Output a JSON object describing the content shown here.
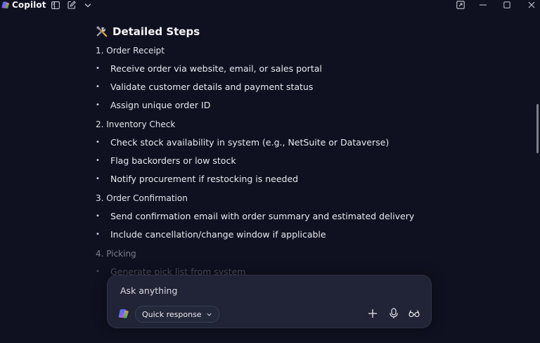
{
  "app": {
    "name": "Copilot"
  },
  "content": {
    "section_title": "Detailed Steps",
    "section_icon": "tools-emoji",
    "steps": [
      {
        "heading": "1. Order Receipt",
        "bullets": [
          "Receive order via website, email, or sales portal",
          "Validate customer details and payment status",
          "Assign unique order ID"
        ]
      },
      {
        "heading": "2. Inventory Check",
        "bullets": [
          "Check stock availability in system (e.g., NetSuite or Dataverse)",
          "Flag backorders or low stock",
          "Notify procurement if restocking is needed"
        ]
      },
      {
        "heading": "3. Order Confirmation",
        "bullets": [
          "Send confirmation email with order summary and estimated delivery",
          "Include cancellation/change window if applicable"
        ]
      },
      {
        "heading": "4. Picking",
        "bullets": [
          "Generate pick list from system"
        ]
      }
    ],
    "bullet_glyph": "•"
  },
  "composer": {
    "placeholder": "Ask anything",
    "mode_label": "Quick response"
  },
  "icons": {
    "sidebar": "sidebar-toggle-icon",
    "new_chat": "new-chat-icon",
    "more": "chevron-down-icon",
    "pop_out": "pop-out-icon",
    "minimize": "minimize-icon",
    "maximize": "maximize-icon",
    "close": "close-icon",
    "add": "plus-icon",
    "mic": "microphone-icon",
    "vision": "glasses-icon"
  },
  "colors": {
    "background": "#0f1120",
    "composer_bg": "#202436",
    "text": "#e9e9ee",
    "muted": "#7b7e8c"
  }
}
